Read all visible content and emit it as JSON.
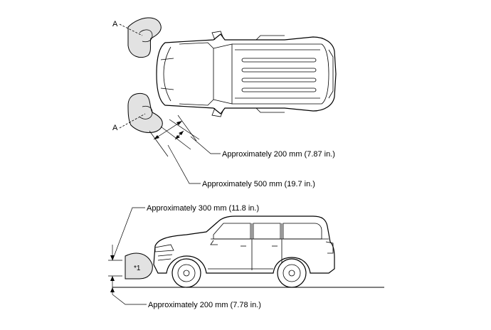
{
  "labels": {
    "marker_top": "A",
    "marker_bottom": "A",
    "dim_200_top": "Approximately 200 mm (7.87 in.)",
    "dim_500": "Approximately 500 mm (19.7 in.)",
    "dim_300": "Approximately 300 mm (11.8 in.)",
    "dim_200_bottom": "Approximately 200 mm (7.78 in.)",
    "callout_1": "*1"
  },
  "colors": {
    "ink": "#000000",
    "head_fill": "#e2e2e2",
    "background": "#ffffff"
  }
}
